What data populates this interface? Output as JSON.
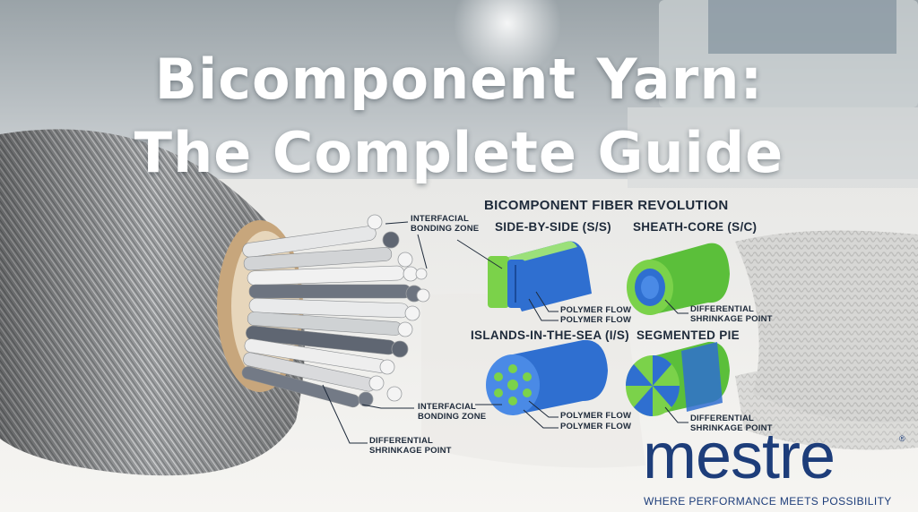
{
  "title": {
    "line1": "Bicomponent Yarn:",
    "line2": "The Complete Guide"
  },
  "infographic": {
    "heading": "BICOMPONENT FIBER REVOLUTION",
    "types": [
      {
        "label": "SIDE-BY-SIDE (S/S)",
        "annotations": [
          "POLYMER FLOW",
          "POLYMER FLOW"
        ]
      },
      {
        "label": "SHEATH-CORE (S/C)",
        "annotations": [
          "DIFFERENTIAL",
          "SHRINKAGE POINT"
        ]
      },
      {
        "label": "ISLANDS-IN-THE-SEA (I/S)",
        "annotations": [
          "POLYMER FLOW",
          "POLYMER FLOW"
        ]
      },
      {
        "label": "SEGMENTED PIE",
        "annotations": [
          "DIFFERENTIAL",
          "SHRINKAGE POINT"
        ]
      }
    ],
    "spool_callouts": {
      "top": [
        "INTERFACIAL",
        "BONDING ZONE"
      ],
      "mid": [
        "INTERFACIAL",
        "BONDING ZONE"
      ],
      "bottom": [
        "DIFFERENTIAL",
        "SHRINKAGE POINT"
      ]
    }
  },
  "brand": {
    "name": "mestre",
    "registered": "®",
    "tagline": "WHERE PERFORMANCE MEETS POSSIBILITY",
    "color": "#1d3d7a"
  },
  "colors": {
    "fiber_green": "#7bd24a",
    "fiber_blue": "#2f6fd0",
    "label_dark": "#1e2a3a"
  }
}
